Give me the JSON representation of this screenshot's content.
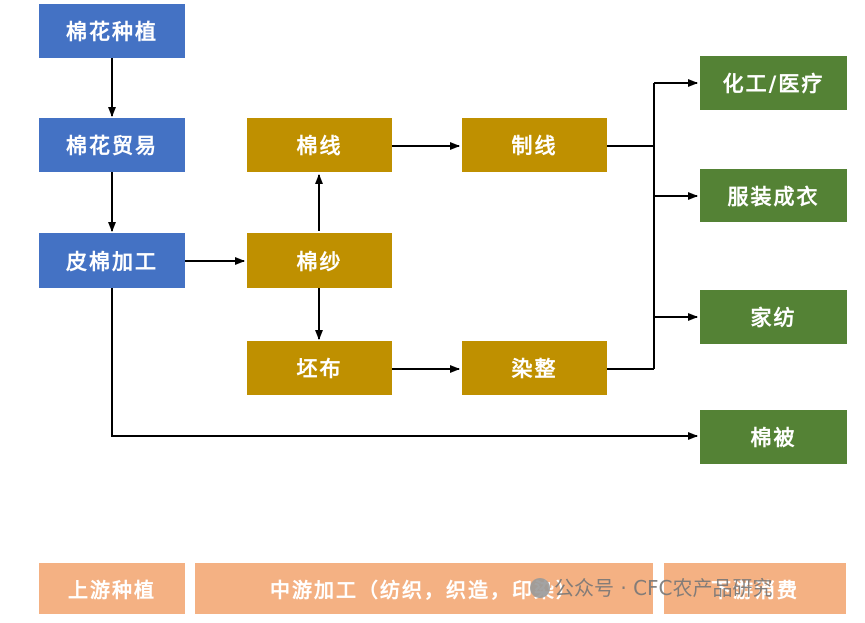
{
  "nodes": {
    "cotton_planting": "棉花种植",
    "cotton_trade": "棉花贸易",
    "ginning": "皮棉加工",
    "cotton_thread": "棉线",
    "cotton_yarn": "棉纱",
    "grey_fabric": "坯布",
    "sewing_thread": "制线",
    "dyeing_finishing": "染整",
    "chemical_medical": "化工/医疗",
    "apparel": "服装成衣",
    "home_textile": "家纺",
    "quilt": "棉被"
  },
  "bands": {
    "upstream": "上游种植",
    "midstream": "中游加工（纺织，织造，印染）",
    "downstream": "下游消费"
  },
  "watermark": "公众号 · CFC农产品研究",
  "colors": {
    "upstream_box": "#4472c4",
    "midstream_box": "#bf9000",
    "downstream_box": "#548235",
    "band": "#f4b183"
  }
}
